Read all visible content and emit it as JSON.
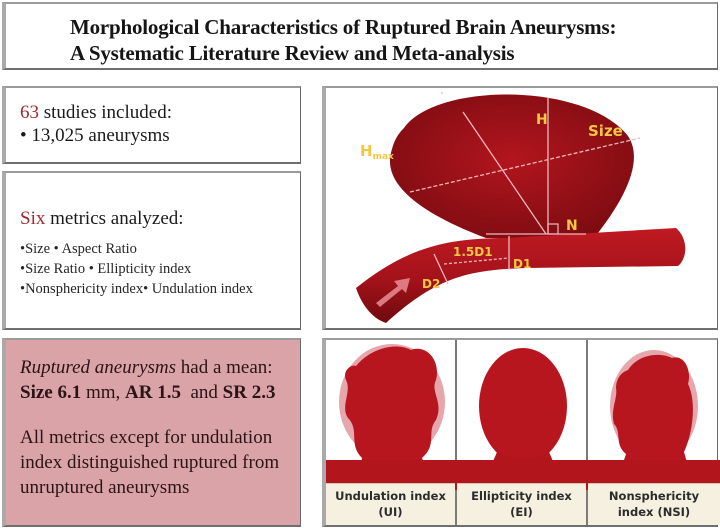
{
  "title": {
    "line1": "Morphological Characteristics of Ruptured Brain Aneurysms:",
    "line2": "A Systematic Literature Review and Meta-analysis"
  },
  "studies": {
    "count": "63",
    "count_suffix": " studies included:",
    "bullet": "• 13,025 aneurysms"
  },
  "metrics": {
    "count_word": "Six",
    "heading_suffix": " metrics analyzed:",
    "lines": [
      "•Size • Aspect Ratio",
      "•Size Ratio • Ellipticity index",
      "•Nonsphericity index• Undulation index"
    ]
  },
  "summary": {
    "italic_lead": "Ruptured aneurysms",
    "lead_rest": " had a mean:",
    "size_label": "Size 6.1",
    "size_unit": " mm, ",
    "ar_label": "AR 1.5",
    "and_text": "  and ",
    "sr_label": "SR 2.3",
    "conclusion": "All metrics except for undulation index distinguished ruptured from unruptured aneurysms"
  },
  "diagram": {
    "labels": {
      "h": "H",
      "hmax_main": "H",
      "hmax_sub": "max",
      "size": "Size",
      "n": "N",
      "d1": "D1",
      "d15": "1.5D1",
      "d2": "D2"
    },
    "icons": [
      "flow-arrow-icon",
      "right-angle-marker-icon"
    ]
  },
  "panels": [
    {
      "caption_line1": "Undulation index",
      "caption_line2": "(UI)"
    },
    {
      "caption_line1": "Ellipticity index",
      "caption_line2": "(EI)"
    },
    {
      "caption_line1": "Nonsphericity",
      "caption_line2": "index (NSI)"
    }
  ],
  "colors": {
    "accent_red": "#9b2a2e",
    "vessel_red": "#b3151d",
    "summary_bg": "#d9a3a7",
    "label_yellow": "#f2c744",
    "caption_bg": "#f5f0df"
  }
}
